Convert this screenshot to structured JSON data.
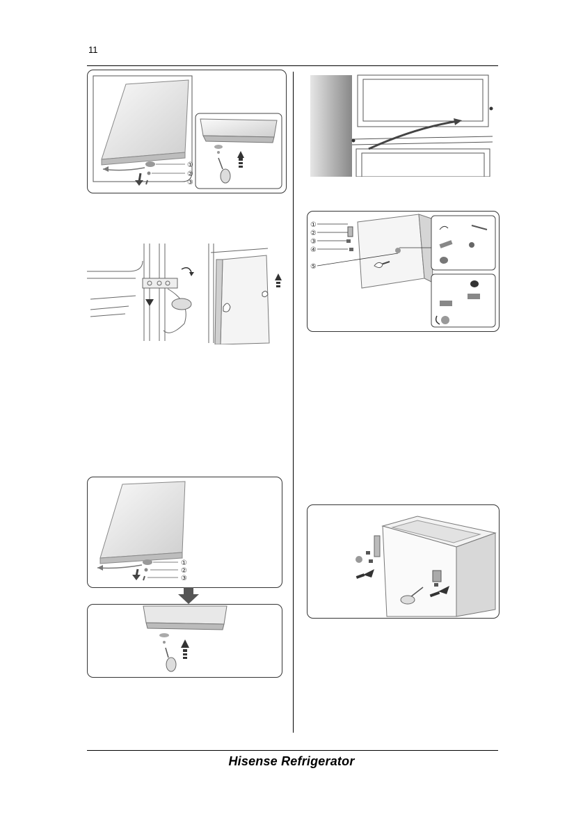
{
  "page": {
    "number": "11"
  },
  "footer": {
    "brand": "Hisense Refrigerator"
  },
  "callouts": {
    "c1": "①",
    "c2": "②",
    "c3": "③",
    "c4": "④",
    "c5": "⑤"
  },
  "icons": [
    "arrow-up-icon",
    "arrow-down-icon",
    "rotate-arrow-icon",
    "screwdriver-icon",
    "hand-icon"
  ]
}
